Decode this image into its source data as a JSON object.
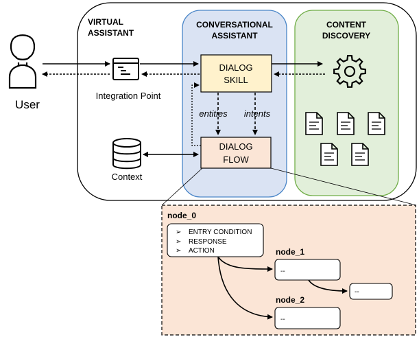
{
  "user": {
    "label": "User",
    "icon": "user-icon"
  },
  "virtual_assistant": {
    "title_line1": "VIRTUAL",
    "title_line2": "ASSISTANT"
  },
  "integration_point": {
    "label": "Integration Point",
    "icon": "terminal-window-icon"
  },
  "context": {
    "label": "Context",
    "icon": "database-icon"
  },
  "conversational_assistant": {
    "title_line1": "CONVERSATIONAL",
    "title_line2": "ASSISTANT",
    "color": "#dae3f3",
    "border": "#4a86c8"
  },
  "dialog_skill": {
    "line1": "DIALOG",
    "line2": "SKILL",
    "color": "#fff2cc",
    "border": "#000000"
  },
  "dialog_flow": {
    "line1": "DIALOG",
    "line2": "FLOW",
    "color": "#fbe5d6",
    "border": "#000000"
  },
  "edge_labels": {
    "entities": "entities",
    "intents": "intents"
  },
  "content_discovery": {
    "title_line1": "CONTENT",
    "title_line2": "DISCOVERY",
    "color": "#e2efda",
    "border": "#70ad47",
    "gear_icon": "gear-icon",
    "document_icon": "document-icon"
  },
  "flow_detail": {
    "background": "#fbe5d6",
    "node_0": {
      "title": "node_0",
      "items": [
        "ENTRY CONDITION",
        "RESPONSE",
        "ACTION"
      ]
    },
    "node_1": {
      "title": "node_1",
      "content": "--"
    },
    "node_1_child": {
      "content": "--"
    },
    "node_2": {
      "title": "node_2",
      "content": "--"
    }
  }
}
